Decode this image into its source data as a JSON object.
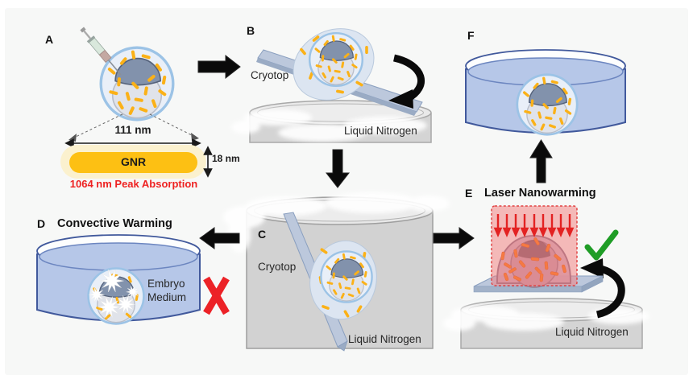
{
  "panel_a": {
    "label": "A",
    "dim_length": "111 nm",
    "gnr_label": "GNR",
    "dim_width": "18 nm",
    "absorption": "1064 nm Peak Absorption"
  },
  "panel_b": {
    "label": "B",
    "cryotop": "Cryotop",
    "liquid_nitrogen": "Liquid Nitrogen"
  },
  "panel_c": {
    "label": "C",
    "cryotop": "Cryotop",
    "liquid_nitrogen": "Liquid Nitrogen"
  },
  "panel_d": {
    "label": "D",
    "title": "Convective Warming",
    "medium_line1": "Embryo",
    "medium_line2": "Medium",
    "result": "fail"
  },
  "panel_e": {
    "label": "E",
    "title": "Laser Nanowarming",
    "liquid_nitrogen": "Liquid Nitrogen",
    "result": "pass"
  },
  "panel_f": {
    "label": "F"
  },
  "colors": {
    "gnr_gold": "#FDC013",
    "gnr_glow": "#FBF1CE",
    "rod_yellow": "#FBB117",
    "rod_hot_orange": "#F97B0D",
    "dish_blue": "#B6C7E8",
    "dish_outline": "#41599C",
    "nitrogen_gray": "#D4D4D4",
    "cryotop_blue": "#BCC8DC",
    "laser_pink": "rgba(242,121,121,0.5)",
    "laser_red": "#E32222",
    "check_green": "#1F9D26",
    "cross_red": "#EC2227",
    "absorption_red": "#EE2222",
    "arrow_black": "#0A0A0A"
  }
}
